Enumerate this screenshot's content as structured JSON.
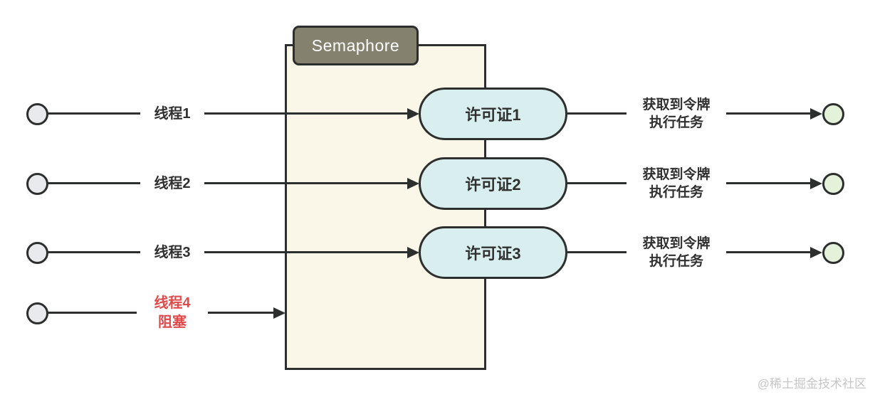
{
  "diagram": {
    "semaphore_box_label": "Semaphore",
    "rows": [
      {
        "thread": "线程1",
        "permit": "许可证1",
        "outcome_line1": "获取到令牌",
        "outcome_line2": "执行任务"
      },
      {
        "thread": "线程2",
        "permit": "许可证2",
        "outcome_line1": "获取到令牌",
        "outcome_line2": "执行任务"
      },
      {
        "thread": "线程3",
        "permit": "许可证3",
        "outcome_line1": "获取到令牌",
        "outcome_line2": "执行任务"
      },
      {
        "thread": "线程4",
        "blocked": "阻塞"
      }
    ],
    "watermark": "@稀土掘金技术社区",
    "colors": {
      "container_fill": "#FAF6E8",
      "stroke": "#2D2F2E",
      "semaphore_label_fill": "#84826F",
      "semaphore_label_text": "#FFFFFF",
      "permit_fill": "#D9EFEF",
      "thread_circle_fill": "#E8EAED",
      "done_circle_fill": "#E4F2DA",
      "text": "#303030",
      "blocked_text": "#E14A4A",
      "watermark_text": "#C6C6C6",
      "background": "#FFFFFF"
    }
  }
}
